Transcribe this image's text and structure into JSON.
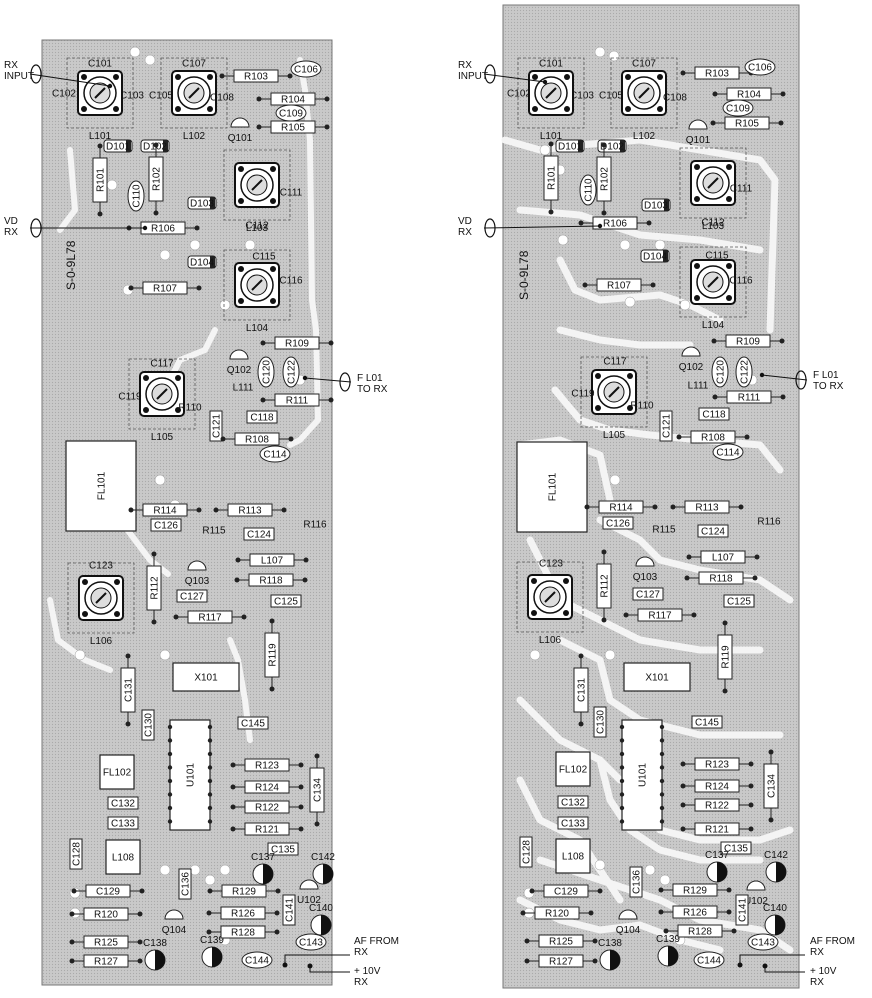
{
  "boards": [
    {
      "id": "component-side",
      "side_text": "S-0-9L78",
      "parts": [
        {
          "ref": "C101",
          "kind": "label"
        },
        {
          "ref": "C102",
          "kind": "label"
        },
        {
          "ref": "C103",
          "kind": "label"
        },
        {
          "ref": "L101",
          "kind": "trimmer"
        },
        {
          "ref": "C107",
          "kind": "label"
        },
        {
          "ref": "C105",
          "kind": "label"
        },
        {
          "ref": "L102",
          "kind": "trimmer"
        },
        {
          "ref": "C108",
          "kind": "label"
        },
        {
          "ref": "R103",
          "kind": "resistor"
        },
        {
          "ref": "C106",
          "kind": "cap-round"
        },
        {
          "ref": "R104",
          "kind": "resistor"
        },
        {
          "ref": "C109",
          "kind": "cap-round"
        },
        {
          "ref": "Q101",
          "kind": "transistor"
        },
        {
          "ref": "R105",
          "kind": "resistor"
        },
        {
          "ref": "D101",
          "kind": "diode"
        },
        {
          "ref": "D102",
          "kind": "diode"
        },
        {
          "ref": "R101",
          "kind": "resistor-v"
        },
        {
          "ref": "R102",
          "kind": "resistor-v"
        },
        {
          "ref": "C110",
          "kind": "cap-round-v"
        },
        {
          "ref": "L103",
          "kind": "trimmer"
        },
        {
          "ref": "C111",
          "kind": "label"
        },
        {
          "ref": "C112",
          "kind": "label"
        },
        {
          "ref": "D103",
          "kind": "diode"
        },
        {
          "ref": "R106",
          "kind": "resistor"
        },
        {
          "ref": "D104",
          "kind": "diode"
        },
        {
          "ref": "R107",
          "kind": "resistor"
        },
        {
          "ref": "C115",
          "kind": "label"
        },
        {
          "ref": "L104",
          "kind": "trimmer"
        },
        {
          "ref": "C116",
          "kind": "label"
        },
        {
          "ref": "Q102",
          "kind": "transistor"
        },
        {
          "ref": "R109",
          "kind": "resistor"
        },
        {
          "ref": "C120",
          "kind": "cap-round-v"
        },
        {
          "ref": "C122",
          "kind": "cap-round-v"
        },
        {
          "ref": "L111",
          "kind": "label"
        },
        {
          "ref": "C117",
          "kind": "label"
        },
        {
          "ref": "L105",
          "kind": "trimmer"
        },
        {
          "ref": "C119",
          "kind": "label"
        },
        {
          "ref": "R110",
          "kind": "label"
        },
        {
          "ref": "R111",
          "kind": "resistor"
        },
        {
          "ref": "C118",
          "kind": "cap-box"
        },
        {
          "ref": "C121",
          "kind": "cap-box-v"
        },
        {
          "ref": "R108",
          "kind": "resistor"
        },
        {
          "ref": "C114",
          "kind": "cap-round"
        },
        {
          "ref": "FL101",
          "kind": "filter"
        },
        {
          "ref": "R114",
          "kind": "resistor"
        },
        {
          "ref": "R113",
          "kind": "resistor"
        },
        {
          "ref": "R116",
          "kind": "label"
        },
        {
          "ref": "C126",
          "kind": "cap-box"
        },
        {
          "ref": "R115",
          "kind": "label"
        },
        {
          "ref": "C124",
          "kind": "cap-box"
        },
        {
          "ref": "Q103",
          "kind": "transistor"
        },
        {
          "ref": "L107",
          "kind": "resistor"
        },
        {
          "ref": "C123",
          "kind": "label"
        },
        {
          "ref": "L106",
          "kind": "trimmer"
        },
        {
          "ref": "R112",
          "kind": "resistor-v"
        },
        {
          "ref": "R118",
          "kind": "resistor"
        },
        {
          "ref": "C127",
          "kind": "cap-box"
        },
        {
          "ref": "C125",
          "kind": "cap-box"
        },
        {
          "ref": "R117",
          "kind": "resistor"
        },
        {
          "ref": "R119",
          "kind": "resistor-v"
        },
        {
          "ref": "X101",
          "kind": "crystal"
        },
        {
          "ref": "C131",
          "kind": "resistor-v"
        },
        {
          "ref": "C130",
          "kind": "cap-box-v"
        },
        {
          "ref": "C145",
          "kind": "cap-box"
        },
        {
          "ref": "U101",
          "kind": "ic"
        },
        {
          "ref": "FL102",
          "kind": "filter-small"
        },
        {
          "ref": "R123",
          "kind": "resistor"
        },
        {
          "ref": "R124",
          "kind": "resistor"
        },
        {
          "ref": "C134",
          "kind": "resistor-v"
        },
        {
          "ref": "C132",
          "kind": "cap-box"
        },
        {
          "ref": "R122",
          "kind": "resistor"
        },
        {
          "ref": "C133",
          "kind": "cap-box"
        },
        {
          "ref": "R121",
          "kind": "resistor"
        },
        {
          "ref": "C128",
          "kind": "cap-box-v"
        },
        {
          "ref": "L108",
          "kind": "filter-small"
        },
        {
          "ref": "C135",
          "kind": "cap-box"
        },
        {
          "ref": "C142",
          "kind": "electrolytic"
        },
        {
          "ref": "C137",
          "kind": "electrolytic"
        },
        {
          "ref": "C129",
          "kind": "resistor"
        },
        {
          "ref": "C136",
          "kind": "cap-box-v"
        },
        {
          "ref": "R129",
          "kind": "resistor"
        },
        {
          "ref": "U102",
          "kind": "transistor"
        },
        {
          "ref": "R120",
          "kind": "resistor"
        },
        {
          "ref": "Q104",
          "kind": "transistor"
        },
        {
          "ref": "R126",
          "kind": "resistor"
        },
        {
          "ref": "C141",
          "kind": "cap-box-v"
        },
        {
          "ref": "C140",
          "kind": "electrolytic"
        },
        {
          "ref": "R125",
          "kind": "resistor"
        },
        {
          "ref": "C138",
          "kind": "electrolytic"
        },
        {
          "ref": "C139",
          "kind": "electrolytic"
        },
        {
          "ref": "R128",
          "kind": "resistor"
        },
        {
          "ref": "C143",
          "kind": "cap-round"
        },
        {
          "ref": "R127",
          "kind": "resistor"
        },
        {
          "ref": "C144",
          "kind": "cap-round"
        }
      ]
    },
    {
      "id": "trace-side",
      "side_text": "S-0-9L78",
      "parts": [
        {
          "ref": "C101",
          "kind": "label"
        },
        {
          "ref": "C102",
          "kind": "label"
        },
        {
          "ref": "C103",
          "kind": "label"
        },
        {
          "ref": "L101",
          "kind": "trimmer"
        },
        {
          "ref": "C107",
          "kind": "label"
        },
        {
          "ref": "C105",
          "kind": "label"
        },
        {
          "ref": "L102",
          "kind": "trimmer"
        },
        {
          "ref": "C108",
          "kind": "label"
        },
        {
          "ref": "R103",
          "kind": "resistor"
        },
        {
          "ref": "C106",
          "kind": "cap-round"
        },
        {
          "ref": "R104",
          "kind": "resistor"
        },
        {
          "ref": "C109",
          "kind": "cap-round"
        },
        {
          "ref": "Q101",
          "kind": "transistor"
        },
        {
          "ref": "R105",
          "kind": "resistor"
        },
        {
          "ref": "D101",
          "kind": "diode"
        },
        {
          "ref": "D102",
          "kind": "diode"
        },
        {
          "ref": "R101",
          "kind": "resistor-v"
        },
        {
          "ref": "R102",
          "kind": "resistor-v"
        },
        {
          "ref": "C110",
          "kind": "cap-round-v"
        },
        {
          "ref": "L103",
          "kind": "trimmer"
        },
        {
          "ref": "C111",
          "kind": "label"
        },
        {
          "ref": "C112",
          "kind": "label"
        },
        {
          "ref": "D103",
          "kind": "diode"
        },
        {
          "ref": "R106",
          "kind": "resistor"
        },
        {
          "ref": "D104",
          "kind": "diode"
        },
        {
          "ref": "R107",
          "kind": "resistor"
        },
        {
          "ref": "C115",
          "kind": "label"
        },
        {
          "ref": "L104",
          "kind": "trimmer"
        },
        {
          "ref": "C116",
          "kind": "label"
        },
        {
          "ref": "Q102",
          "kind": "transistor"
        },
        {
          "ref": "R109",
          "kind": "resistor"
        },
        {
          "ref": "C120",
          "kind": "cap-round-v"
        },
        {
          "ref": "C122",
          "kind": "cap-round-v"
        },
        {
          "ref": "L111",
          "kind": "label"
        },
        {
          "ref": "C117",
          "kind": "label"
        },
        {
          "ref": "L105",
          "kind": "trimmer"
        },
        {
          "ref": "C119",
          "kind": "label"
        },
        {
          "ref": "R110",
          "kind": "label"
        },
        {
          "ref": "R111",
          "kind": "resistor"
        },
        {
          "ref": "C118",
          "kind": "cap-box"
        },
        {
          "ref": "C121",
          "kind": "cap-box-v"
        },
        {
          "ref": "R108",
          "kind": "resistor"
        },
        {
          "ref": "C114",
          "kind": "cap-round"
        },
        {
          "ref": "FL101",
          "kind": "filter"
        },
        {
          "ref": "R114",
          "kind": "resistor"
        },
        {
          "ref": "R113",
          "kind": "resistor"
        },
        {
          "ref": "R116",
          "kind": "label"
        },
        {
          "ref": "C126",
          "kind": "cap-box"
        },
        {
          "ref": "R115",
          "kind": "label"
        },
        {
          "ref": "C124",
          "kind": "cap-box"
        },
        {
          "ref": "Q103",
          "kind": "transistor"
        },
        {
          "ref": "L107",
          "kind": "resistor"
        },
        {
          "ref": "C123",
          "kind": "label"
        },
        {
          "ref": "L106",
          "kind": "trimmer"
        },
        {
          "ref": "R112",
          "kind": "resistor-v"
        },
        {
          "ref": "R118",
          "kind": "resistor"
        },
        {
          "ref": "C127",
          "kind": "cap-box"
        },
        {
          "ref": "C125",
          "kind": "cap-box"
        },
        {
          "ref": "R117",
          "kind": "resistor"
        },
        {
          "ref": "R119",
          "kind": "resistor-v"
        },
        {
          "ref": "X101",
          "kind": "crystal"
        },
        {
          "ref": "C131",
          "kind": "resistor-v"
        },
        {
          "ref": "C130",
          "kind": "cap-box-v"
        },
        {
          "ref": "C145",
          "kind": "cap-box"
        },
        {
          "ref": "U101",
          "kind": "ic"
        },
        {
          "ref": "FL102",
          "kind": "filter-small"
        },
        {
          "ref": "R123",
          "kind": "resistor"
        },
        {
          "ref": "R124",
          "kind": "resistor"
        },
        {
          "ref": "C134",
          "kind": "resistor-v"
        },
        {
          "ref": "C132",
          "kind": "cap-box"
        },
        {
          "ref": "R122",
          "kind": "resistor"
        },
        {
          "ref": "C133",
          "kind": "cap-box"
        },
        {
          "ref": "R121",
          "kind": "resistor"
        },
        {
          "ref": "C128",
          "kind": "cap-box-v"
        },
        {
          "ref": "L108",
          "kind": "filter-small"
        },
        {
          "ref": "C135",
          "kind": "cap-box"
        },
        {
          "ref": "C142",
          "kind": "electrolytic"
        },
        {
          "ref": "C137",
          "kind": "electrolytic"
        },
        {
          "ref": "C129",
          "kind": "resistor"
        },
        {
          "ref": "C136",
          "kind": "cap-box-v"
        },
        {
          "ref": "R129",
          "kind": "resistor"
        },
        {
          "ref": "U102",
          "kind": "transistor"
        },
        {
          "ref": "R120",
          "kind": "resistor"
        },
        {
          "ref": "Q104",
          "kind": "transistor"
        },
        {
          "ref": "R126",
          "kind": "resistor"
        },
        {
          "ref": "C141",
          "kind": "cap-box-v"
        },
        {
          "ref": "C140",
          "kind": "electrolytic"
        },
        {
          "ref": "R125",
          "kind": "resistor"
        },
        {
          "ref": "C138",
          "kind": "electrolytic"
        },
        {
          "ref": "C139",
          "kind": "electrolytic"
        },
        {
          "ref": "R128",
          "kind": "resistor"
        },
        {
          "ref": "C143",
          "kind": "cap-round"
        },
        {
          "ref": "R127",
          "kind": "resistor"
        },
        {
          "ref": "C144",
          "kind": "cap-round"
        }
      ]
    }
  ],
  "connectors": [
    {
      "id": "rx-input",
      "lines": [
        "RX",
        "INPUT"
      ]
    },
    {
      "id": "vd-rx",
      "lines": [
        "VD",
        "RX"
      ]
    },
    {
      "id": "fl01-to-rx",
      "lines": [
        "F L01",
        "TO RX"
      ]
    },
    {
      "id": "af-from-rx",
      "lines": [
        "AF FROM",
        "RX"
      ]
    },
    {
      "id": "plus10v-rx",
      "lines": [
        "+ 10V",
        "RX"
      ]
    }
  ],
  "colors": {
    "board": "#c8c8c8",
    "board_dots": "#b3b3b3",
    "trace": "#f4f4f4",
    "pad": "#ffffff",
    "ink": "#111111"
  }
}
